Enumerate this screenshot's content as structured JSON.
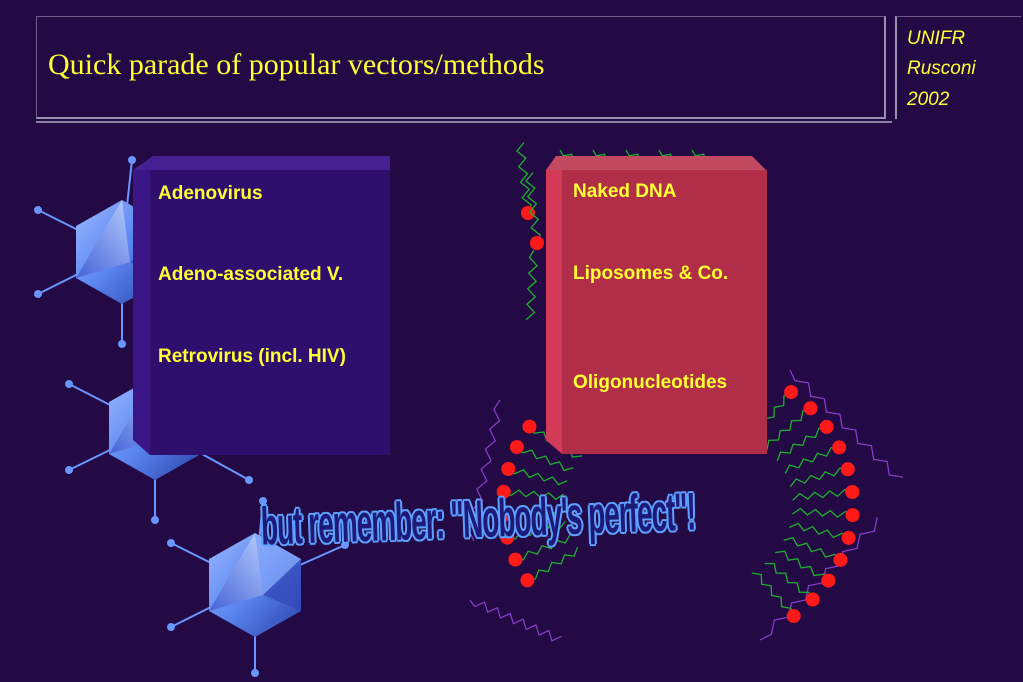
{
  "slide": {
    "title": "Quick parade of popular vectors/methods",
    "side_note": [
      "UNIFR",
      "Rusconi",
      "2002"
    ]
  },
  "viral_box": {
    "items": [
      "Adenovirus",
      "Adeno-associated V.",
      "Retrovirus (incl. HIV)"
    ],
    "color": "#2e0f6e"
  },
  "nonviral_box": {
    "items": [
      "Naked DNA",
      "Liposomes & Co.",
      "Oligonucleotides"
    ],
    "color": "#b02e48"
  },
  "banner": {
    "text": "but remember: \"Nobody's perfect\"!"
  },
  "colors": {
    "background": "#230a45",
    "title_text": "#ffff33",
    "lipid_head": "#ff1a1a",
    "lipid_tail": "#1fae2e",
    "virus": "#5b8cff"
  }
}
